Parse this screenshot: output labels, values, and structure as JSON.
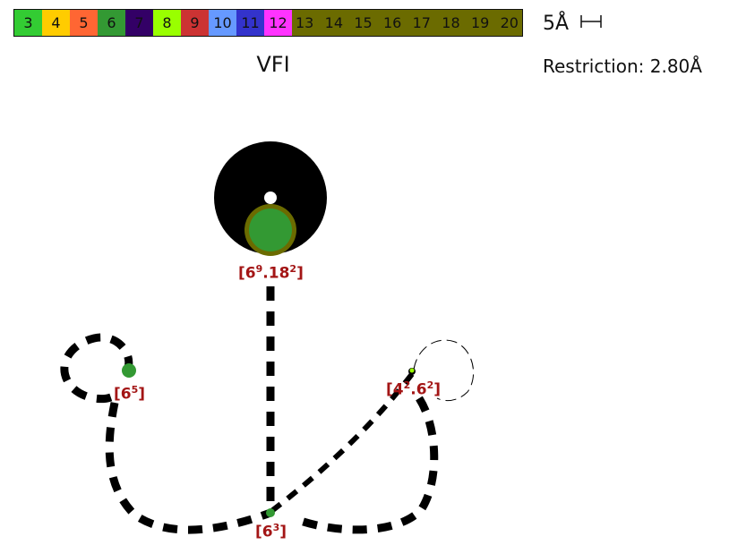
{
  "legend": {
    "cells": [
      {
        "label": "3",
        "color": "#33cc33"
      },
      {
        "label": "4",
        "color": "#ffcc00"
      },
      {
        "label": "5",
        "color": "#ff6633"
      },
      {
        "label": "6",
        "color": "#339933"
      },
      {
        "label": "7",
        "color": "#330066"
      },
      {
        "label": "8",
        "color": "#99ff00"
      },
      {
        "label": "9",
        "color": "#cc3333"
      },
      {
        "label": "10",
        "color": "#6699ff"
      },
      {
        "label": "11",
        "color": "#3333cc"
      },
      {
        "label": "12",
        "color": "#ff33ff"
      }
    ],
    "merged": {
      "labels": [
        "13",
        "14",
        "15",
        "16",
        "17",
        "18",
        "19",
        "20"
      ],
      "color": "#6b6b00"
    }
  },
  "scale": {
    "label": "5Å"
  },
  "framework": {
    "name": "VFI"
  },
  "restriction": {
    "text": "Restriction: 2.80Å"
  },
  "nodes": [
    {
      "id": "top",
      "base": "6",
      "base_exp": "9",
      "sep": ".",
      "base2": "18",
      "base2_exp": "2"
    },
    {
      "id": "left",
      "base": "6",
      "base_exp": "5"
    },
    {
      "id": "right",
      "base": "4",
      "base_exp": "2",
      "sep": ".",
      "base2": "6",
      "base2_exp": "2"
    },
    {
      "id": "bottom",
      "base": "6",
      "base_exp": "3"
    }
  ],
  "colors": {
    "label": "#a31515",
    "ring_18": "#6b6b00",
    "node_6": "#339933",
    "node_8": "#99ff00",
    "cage": "#000000"
  }
}
